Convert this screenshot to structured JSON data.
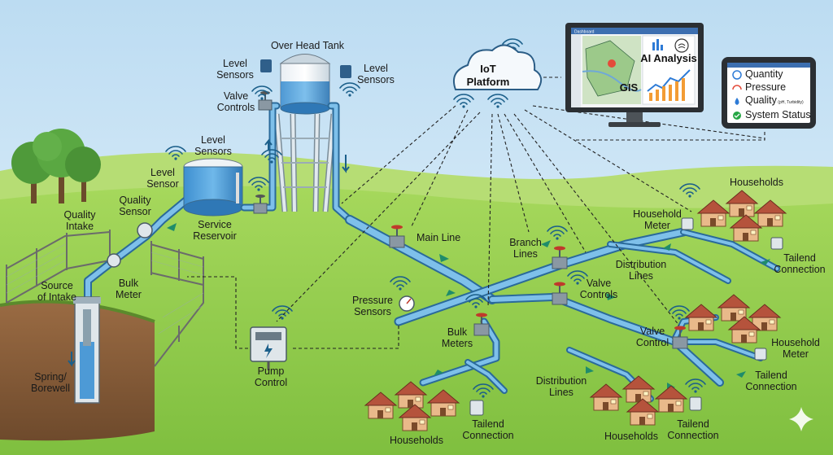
{
  "labels": {
    "over_head_tank": "Over Head Tank",
    "level_sensors_tank_left": "Level\nSensors",
    "level_sensors_tank_right": "Level\nSensors",
    "valve_controls_tank": "Valve\nControls",
    "level_sensors_reservoir": "Level\nSensors",
    "level_sensor": "Level\nSensor",
    "quality_sensor": "Quality\nSensor",
    "quality_intake": "Quality\nIntake",
    "service_reservoir": "Service\nReservoir",
    "source_of_intake": "Source\nof Intake",
    "bulk_meter": "Bulk\nMeter",
    "spring_borewell": "Spring/\nBorewell",
    "pump_control": "Pump\nControl",
    "main_line": "Main Line",
    "pressure_sensors": "Pressure\nSensors",
    "bulk_meters": "Bulk\nMeters",
    "branch_lines": "Branch\nLines",
    "valve_controls_mid": "Valve\nControls",
    "distribution_lines_top": "Distribution\nLines",
    "valve_control": "Valve\nControl",
    "distribution_lines_bottom": "Distribution\nLines",
    "households_top": "Households",
    "household_meter_top": "Household\nMeter",
    "tailend_connection_top": "Tailend\nConnection",
    "household_meter_right": "Household\nMeter",
    "tailend_connection_right": "Tailend\nConnection",
    "households_bottom_left": "Households",
    "tailend_connection_bottom_left": "Tailend\nConnection",
    "households_bottom_mid": "Households",
    "tailend_connection_bottom_mid": "Tailend\nConnection"
  },
  "iot": {
    "title": "IoT\nPlatform"
  },
  "monitor": {
    "header": "Dashboard",
    "gis_label": "GIS",
    "ai_label": "AI Analysis"
  },
  "tablet": {
    "items": [
      {
        "label": "Quantity",
        "icon": "gauge-icon"
      },
      {
        "label": "Pressure",
        "icon": "pressure-gauge-icon"
      },
      {
        "label": "Quality",
        "sub": " (pH, Turbidity)",
        "icon": "water-drop-icon"
      },
      {
        "label": "System Status",
        "icon": "check-circle-icon"
      }
    ]
  },
  "colors": {
    "sky": "#cfe6f5",
    "grass": "#8cc84b",
    "pipe": "#2a6a9a",
    "water": "#7ec0ea",
    "roof": "#b5533c",
    "flow_arrow": "#1f8c6a"
  }
}
